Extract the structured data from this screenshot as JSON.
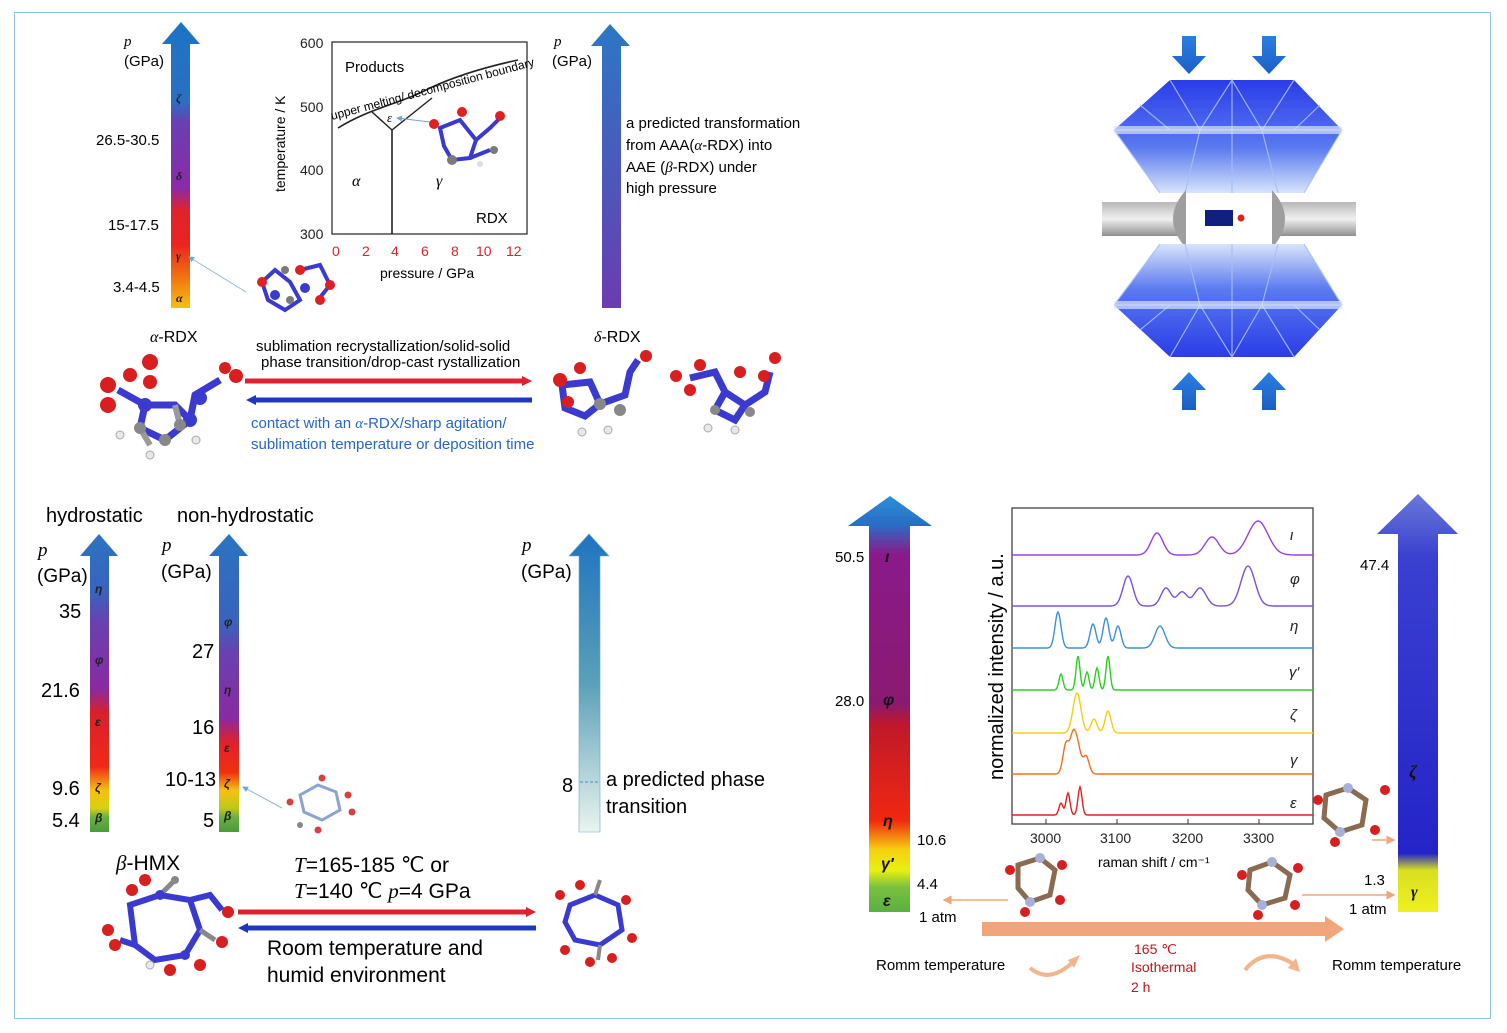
{
  "rdx_panel": {
    "arrow1": {
      "p_label": "p",
      "unit_label": "(GPa)",
      "ticks": [
        "26.5-30.5",
        "15-17.5",
        "3.4-4.5"
      ],
      "phases": [
        "ζ",
        "δ",
        "γ",
        "α"
      ]
    },
    "phase_diagram": {
      "ylabel": "temperature / K",
      "xlabel": "pressure / GPa",
      "yticks": [
        "600",
        "500",
        "400",
        "300"
      ],
      "xticks": [
        "0",
        "2",
        "4",
        "6",
        "8",
        "10",
        "12"
      ],
      "products": "Products",
      "boundary": "upper melting/ decomposition boundary",
      "alpha": "α",
      "gamma": "γ",
      "epsilon": "ε",
      "material": "RDX"
    },
    "arrow2": {
      "p_label": "p",
      "unit_label": "(GPa)",
      "pred_1": "a predicted transformation",
      "pred_2_a": "from AAA(",
      "pred_2_b": "α",
      "pred_2_c": "-RDX) into",
      "pred_3_a": "AAE (",
      "pred_3_b": "β",
      "pred_3_c": "-RDX) under",
      "pred_4": "high pressure"
    },
    "alpha_rdx": {
      "greek": "α",
      "suffix": "-RDX"
    },
    "delta_rdx": {
      "greek": "δ",
      "suffix": "-RDX"
    },
    "forward_1": "sublimation recrystallization/solid-solid",
    "forward_2": "phase transition/drop-cast rystallization",
    "reverse_1_a": "contact with an ",
    "reverse_1_b": "α",
    "reverse_1_c": "-RDX/sharp agitation/",
    "reverse_2": "sublimation temperature or deposition time"
  },
  "hmx_panel": {
    "hydrostatic": "hydrostatic",
    "non_hydrostatic": "non-hydrostatic",
    "p": "p",
    "unit": "(GPa)",
    "hydro_ticks": [
      "35",
      "21.6",
      "9.6",
      "5.4"
    ],
    "hydro_phases": [
      "η",
      "φ",
      "ε",
      "ζ",
      "β"
    ],
    "nonhydro_ticks": [
      "27",
      "16",
      "10-13",
      "5"
    ],
    "nonhydro_phases": [
      "φ",
      "η",
      "ε",
      "ζ",
      "β"
    ],
    "pred_tick": "8",
    "pred_1": "a predicted phase",
    "pred_2": "transition",
    "beta_hmx": {
      "greek": "β",
      "suffix": "-HMX"
    },
    "forward_1_t": "T",
    "forward_1_rest": "=165-185 ℃  or",
    "forward_2_t": "T",
    "forward_2_mid": "=140 ℃ ",
    "forward_2_p": "p",
    "forward_2_rest": "=4 GPa",
    "reverse_1": "Room temperature and",
    "reverse_2": "humid environment"
  },
  "raman_panel": {
    "left_ticks": [
      "50.5",
      "28.0",
      "10.6",
      "4.4"
    ],
    "left_atm": "1 atm",
    "left_phases": [
      "ι",
      "φ",
      "η",
      "γ′",
      "ε"
    ],
    "right_ticks": [
      "47.4",
      "1.3"
    ],
    "right_atm": "1 atm",
    "right_phases": [
      "ζ",
      "γ"
    ],
    "ylabel": "normalized intensity / a.u.",
    "xlabel": "raman shift / cm⁻¹",
    "xticks": [
      "3000",
      "3100",
      "3200",
      "3300"
    ],
    "series_labels": [
      "ι",
      "φ",
      "η",
      "γ′",
      "ζ",
      "γ",
      "ε"
    ],
    "room_left": "Romm temperature",
    "room_right": "Romm temperature",
    "cond_1": "165 ℃",
    "cond_2": "Isothermal",
    "cond_3": "2 h"
  },
  "colors": {
    "accent_blue": "#2468c8",
    "accent_red": "#e0202c",
    "cond_red": "#c0161d",
    "frame": "#8fc3e6",
    "orange_arrow": "#f2a57a"
  }
}
